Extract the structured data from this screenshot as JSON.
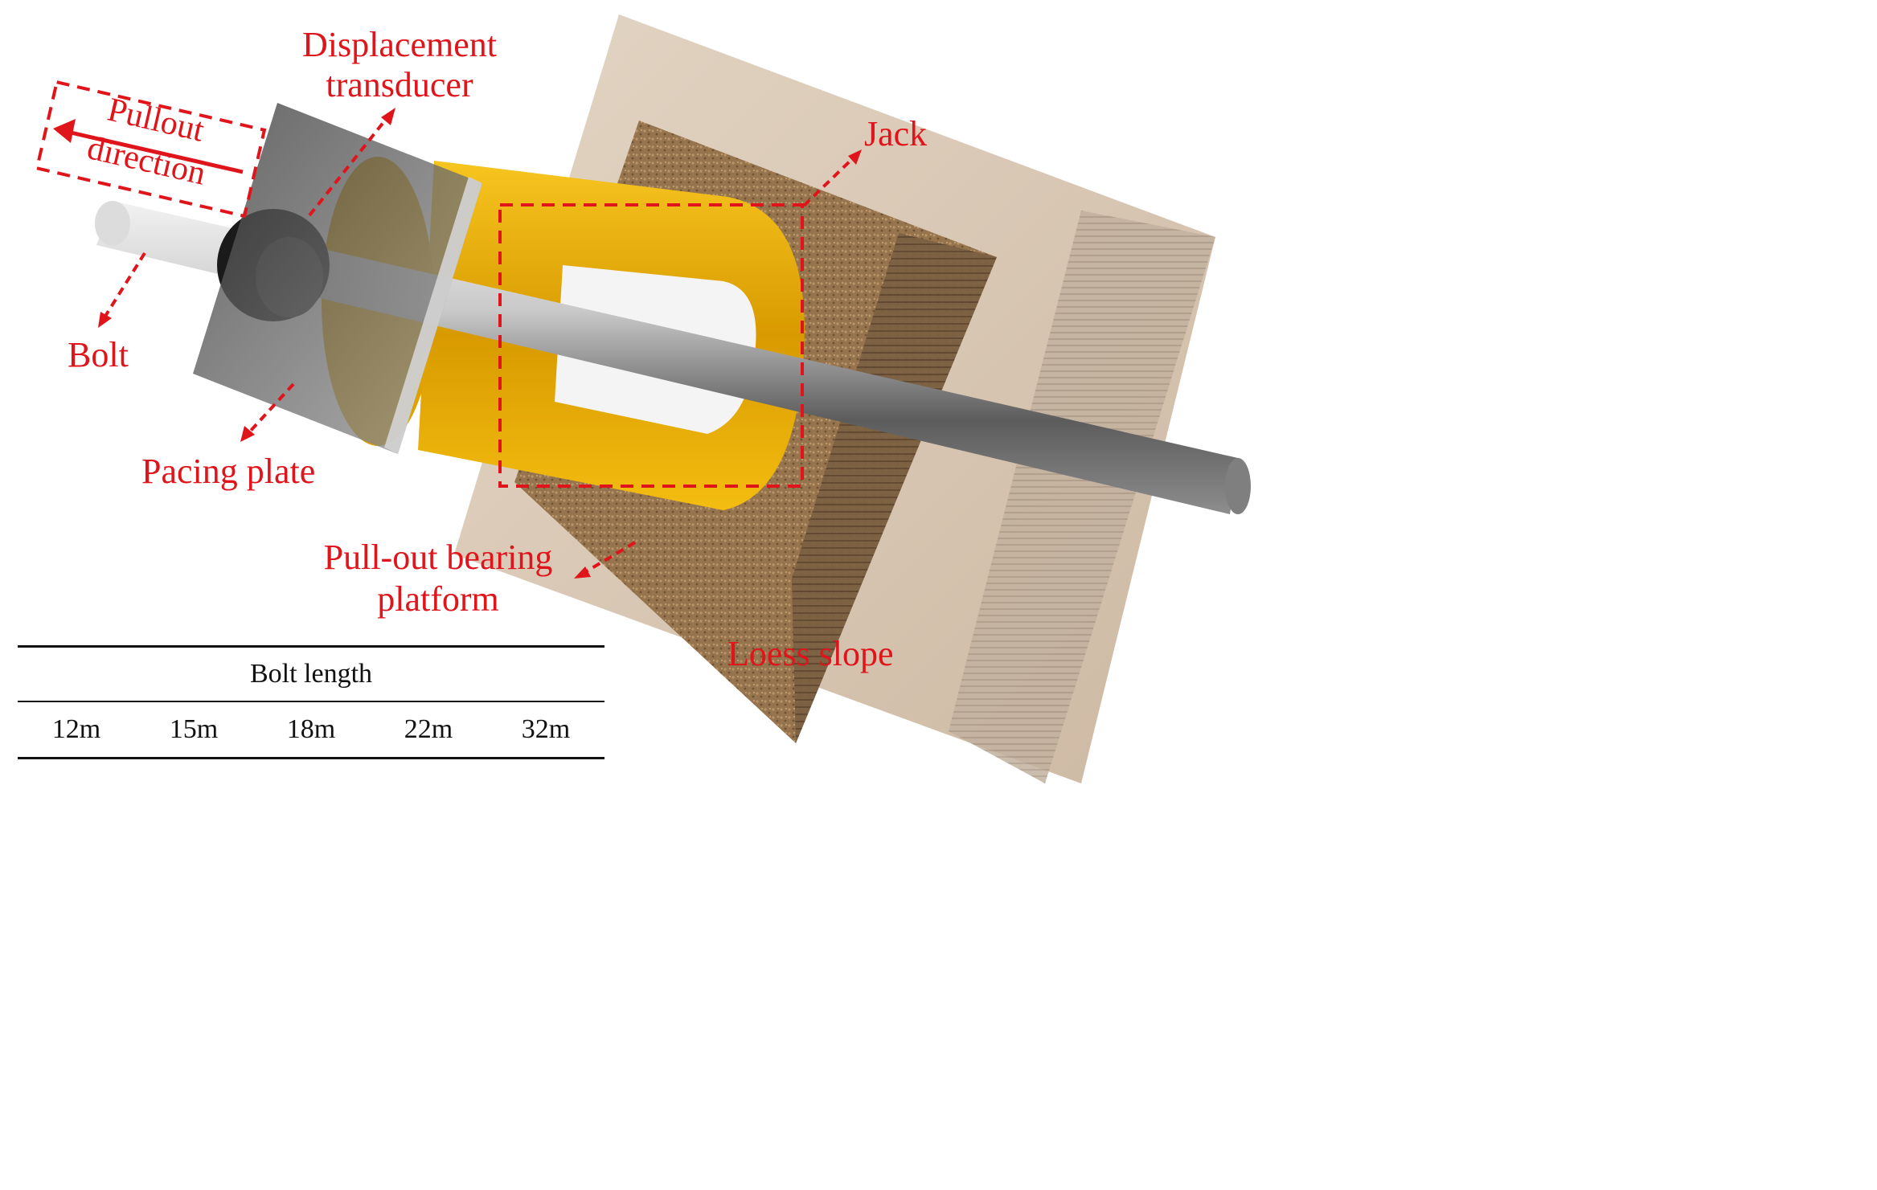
{
  "colors": {
    "annotation_red": "#e0151b",
    "soil_light": "#d9c8b4",
    "soil_dark": "#8a6a45",
    "jack_yellow": "#f2b800",
    "bolt_grey": "#9a9a9a",
    "plate_grey": "#6f6f6f"
  },
  "labels": {
    "displacement_line1": "Displacement",
    "displacement_line2": "transducer",
    "pullout_line1": "Pullout",
    "pullout_line2": "direction",
    "jack": "Jack",
    "bolt": "Bolt",
    "pacing_plate": "Pacing plate",
    "platform_line1": "Pull-out bearing",
    "platform_line2": "platform",
    "loess_slope": "Loess slope"
  },
  "table": {
    "header": "Bolt length",
    "values": [
      "12m",
      "15m",
      "18m",
      "22m",
      "32m"
    ]
  }
}
